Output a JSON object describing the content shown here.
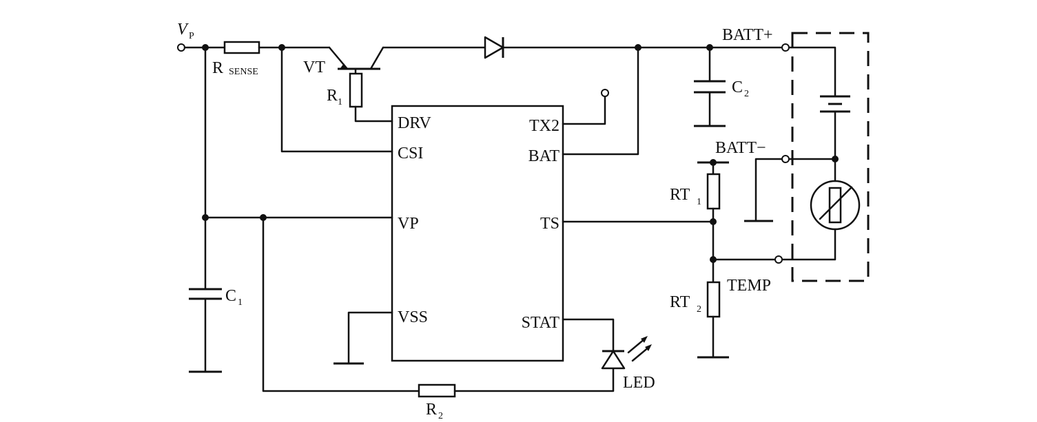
{
  "diagram": {
    "ic": {
      "pins_left": [
        "DRV",
        "CSI",
        "VP",
        "VSS"
      ],
      "pins_right": [
        "TX2",
        "BAT",
        "TS",
        "STAT"
      ]
    },
    "labels": {
      "vp_main": "V",
      "vp_sub": "P",
      "rsense_main": "R",
      "rsense_sub": "SENSE",
      "vt": "VT",
      "r1_main": "R",
      "r1_sub": "1",
      "c1_main": "C",
      "c1_sub": "1",
      "c2_main": "C",
      "c2_sub": "2",
      "r2_main": "R",
      "r2_sub": "2",
      "rt1_main": "RT",
      "rt1_sub": "1",
      "rt2_main": "RT",
      "rt2_sub": "2",
      "led": "LED",
      "batt_plus": "BATT+",
      "batt_minus": "BATT−",
      "temp": "TEMP"
    }
  }
}
